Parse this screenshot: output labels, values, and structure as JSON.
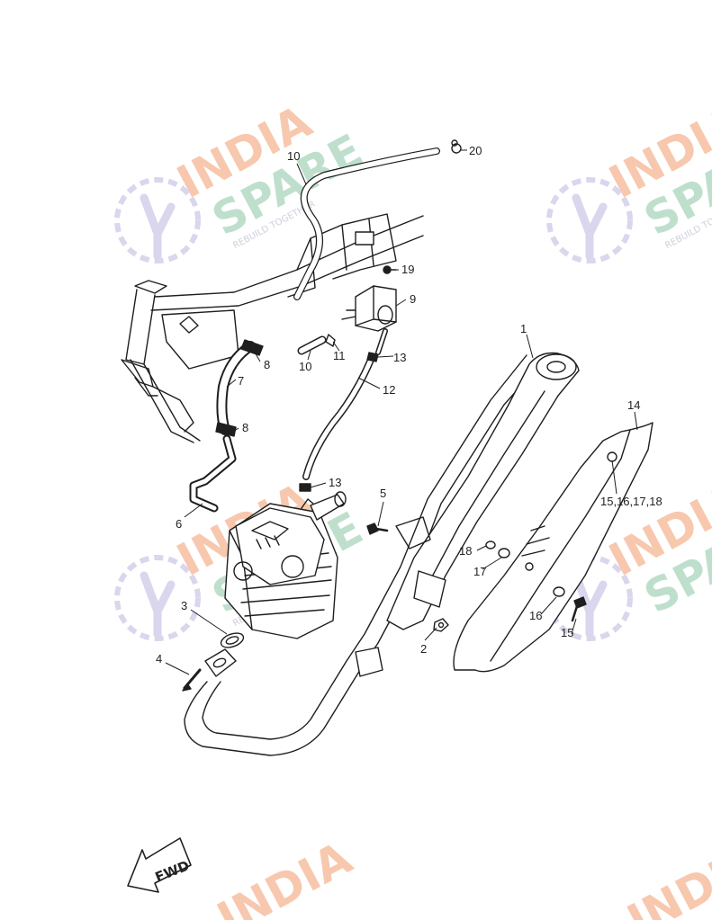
{
  "watermark": {
    "line1": "INDIA",
    "line2": "SPARE",
    "tagline": "REBUILD TOGETHER",
    "colors": {
      "orange": "#f7c3a6",
      "green": "#b9dcc8",
      "purple": "#d5d2ec"
    }
  },
  "callouts": {
    "c1": "1",
    "c2": "2",
    "c3": "3",
    "c4": "4",
    "c5": "5",
    "c6": "6",
    "c7": "7",
    "c8a": "8",
    "c8b": "8",
    "c9": "9",
    "c10a": "10",
    "c10b": "10",
    "c11": "11",
    "c12": "12",
    "c13a": "13",
    "c13b": "13",
    "c14": "14",
    "c15": "15",
    "c15group": "15,16,17,18",
    "c16": "16",
    "c17": "17",
    "c18": "18",
    "c19": "19",
    "c20": "20"
  },
  "fwd_label": "FWD",
  "line_color": "#1e1e1e"
}
